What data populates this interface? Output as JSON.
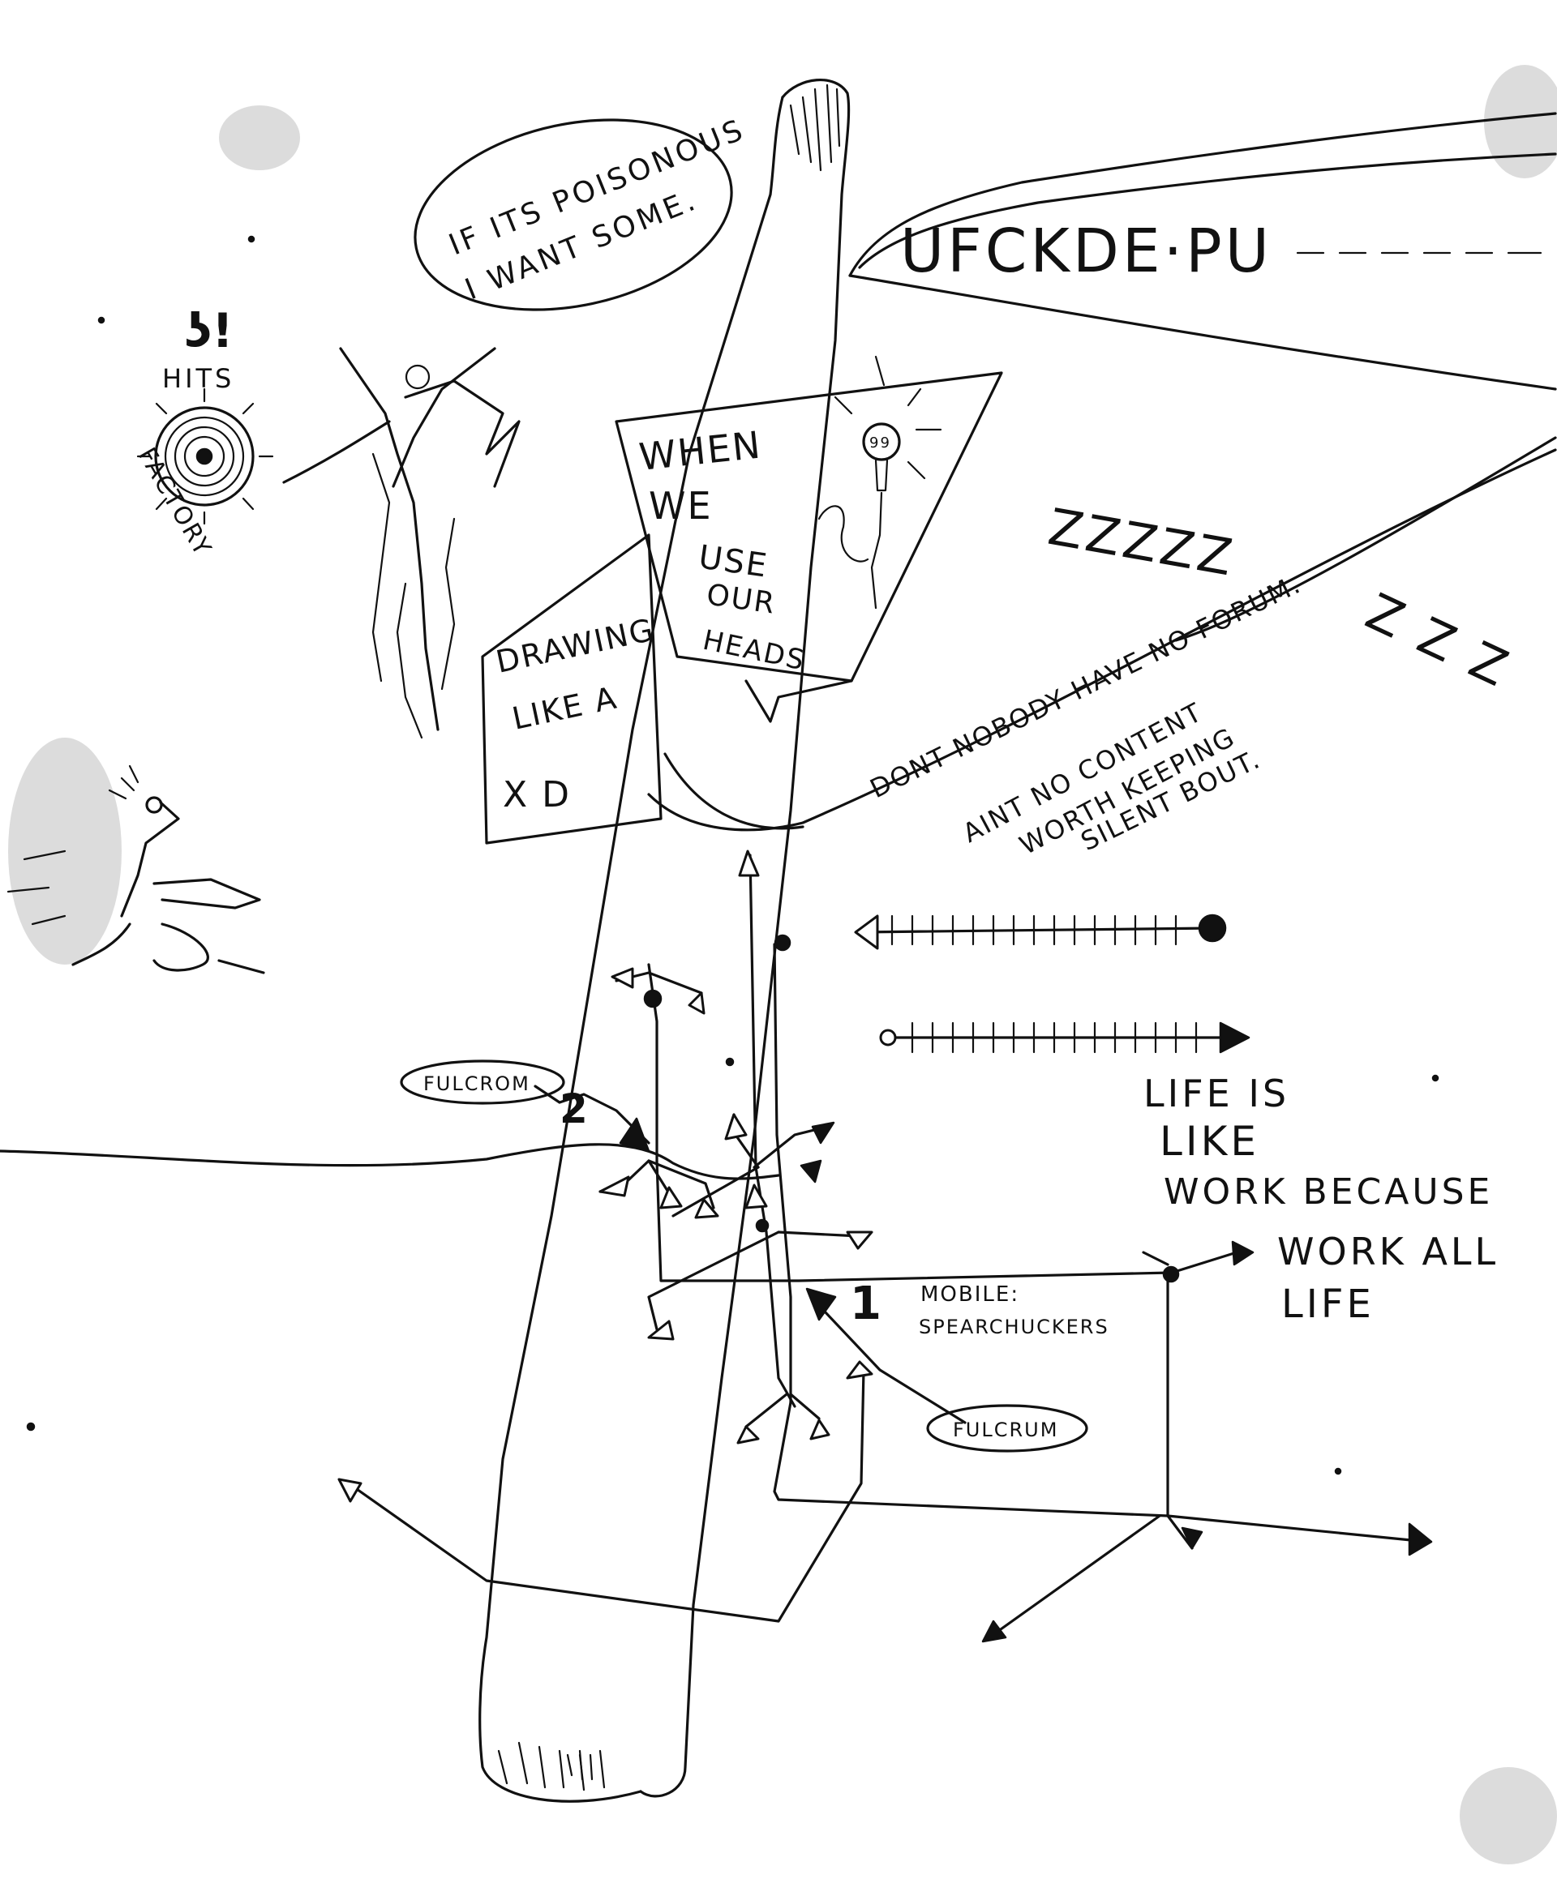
{
  "texts": {
    "speech_line1": "IF ITS POISONOUS",
    "speech_line2": "I WANT SOME.",
    "tongue_text": "UFCKDE·PU",
    "hits_text": "HITS",
    "factory_text": "FACTORY",
    "hits_glyph": "ʖ!",
    "drawing_line1": "DRAWING",
    "drawing_line2": "LIKE A",
    "drawing_line3": "X D",
    "when_line1": "WHEN",
    "when_line2": "WE",
    "when_line3": "USE",
    "when_line4": "OUR",
    "when_line5": "HEADS",
    "zzz_line1": "ZZZZZ",
    "zzz_line2": "Z Z Z",
    "diag_line1": "DONT NOBODY HAVE NO FORUM.",
    "diag_line2": "AINT NO CONTENT",
    "diag_line3": "WORTH KEEPING",
    "diag_line4": "SILENT BOUT.",
    "life_line1": "LIFE IS",
    "life_line2": "LIKE",
    "life_line3": "WORK BECAUSE",
    "life_line4": "WORK ALL",
    "life_line5": "LIFE",
    "fulcrum_upper": "FULCROM",
    "fulcrum_lower": "FULCRUM",
    "mobile_line1": "MOBILE:",
    "mobile_line2": "SPEARCHUCKERS",
    "number_one": "1",
    "number_two": "2",
    "bulb_label": "99"
  },
  "colors": {
    "ink": "#111111",
    "paper": "#ffffff",
    "smudge": "#9a9a9a"
  }
}
